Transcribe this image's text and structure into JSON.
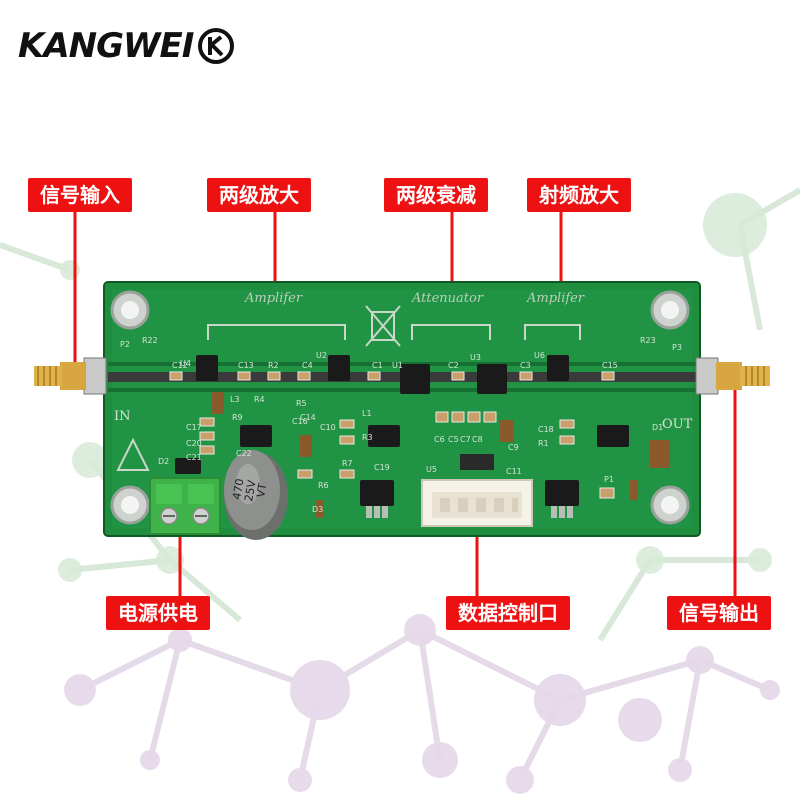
{
  "brand": {
    "name": "KANGWEI",
    "mark": "K"
  },
  "callouts": {
    "signal_in": "信号输入",
    "two_stage_amp": "两级放大",
    "two_stage_atten": "两级衰减",
    "rf_amp": "射频放大",
    "power": "电源供电",
    "data_port": "数据控制口",
    "signal_out": "信号输出"
  },
  "board": {
    "silk_amp1": "Amplifer",
    "silk_atten": "Attenuator",
    "silk_amp2": "Amplifer",
    "in_label": "IN",
    "out_label": "OUT",
    "cap_value": "470",
    "cap_voltage": "25V",
    "cap_series": "VT",
    "refs": [
      "P2",
      "R22",
      "U4",
      "C12",
      "C13",
      "R2",
      "U2",
      "C4",
      "C1",
      "U1",
      "C2",
      "U3",
      "C3",
      "U6",
      "C15",
      "R23",
      "P3",
      "L3",
      "R4",
      "R5",
      "R9",
      "C16",
      "C10",
      "L1",
      "R3",
      "C9",
      "C17",
      "C20",
      "C21",
      "C22",
      "D2",
      "R7",
      "R6",
      "D3",
      "C6",
      "C5",
      "C7",
      "C8",
      "P1",
      "U5",
      "C19",
      "C18",
      "R1",
      "C11",
      "C14",
      "D1"
    ]
  },
  "colors": {
    "accent_red": "#ee1111",
    "pcb_green": "#1f8f3f",
    "pcb_dark": "#156b2e",
    "terminal_green": "#3fb34a"
  }
}
